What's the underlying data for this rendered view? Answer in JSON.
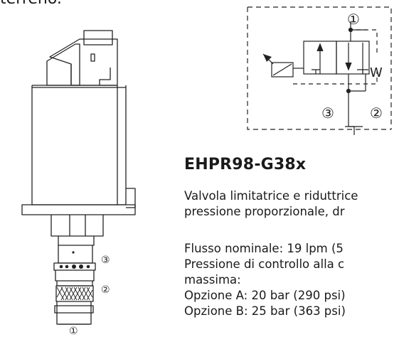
{
  "page": {
    "top_fragment": "terreno.",
    "product_title": "EHPR98-G38x",
    "description_lines": [
      "Valvola limitatrice e riduttrice",
      "pressione proporzionale, dr"
    ],
    "spec_lines": [
      "Flusso nominale: 19 lpm (5",
      "Pressione di controllo alla c",
      "massima:",
      "Opzione A: 20 bar (290 psi)",
      "Opzione B: 25 bar (363 psi)"
    ]
  },
  "valve_figure": {
    "port_labels": [
      "③",
      "②",
      "①"
    ]
  },
  "schematic": {
    "port_labels": [
      "①",
      "③",
      "②"
    ],
    "w_label": "W"
  }
}
